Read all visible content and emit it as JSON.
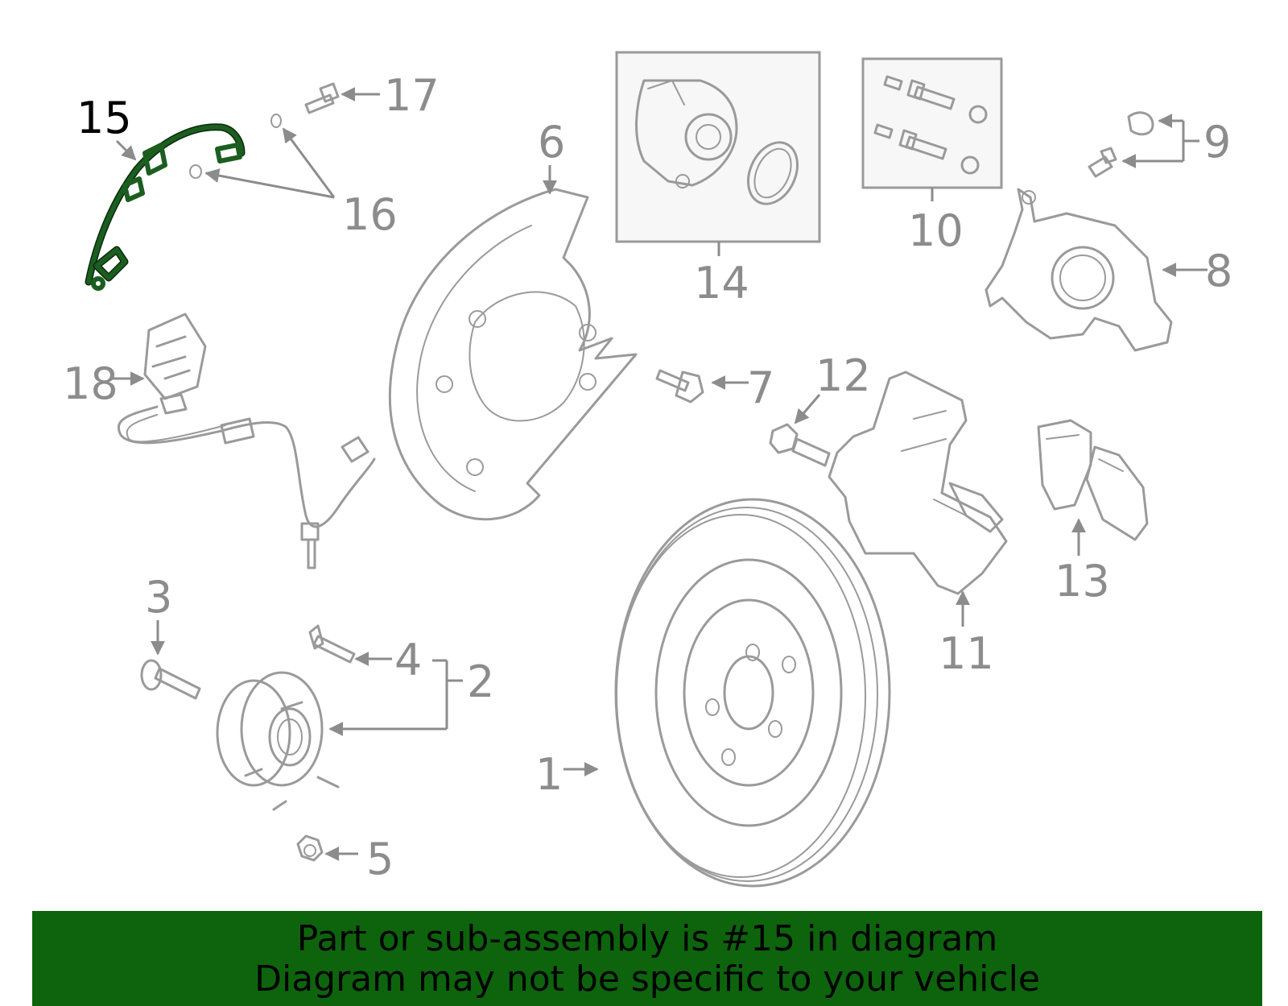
{
  "callouts": {
    "c1": "1",
    "c2": "2",
    "c3": "3",
    "c4": "4",
    "c5": "5",
    "c6": "6",
    "c7": "7",
    "c8": "8",
    "c9": "9",
    "c10": "10",
    "c11": "11",
    "c12": "12",
    "c13": "13",
    "c14": "14",
    "c15": "15",
    "c16": "16",
    "c17": "17",
    "c18": "18"
  },
  "highlight_part": "15",
  "colors": {
    "highlight": "#1b5e20",
    "parts": "#9a9a9a",
    "banner": "#0d640d"
  },
  "banner": {
    "line1": "Part or sub-assembly is #15 in diagram",
    "line2": "Diagram may not be specific to your vehicle"
  }
}
